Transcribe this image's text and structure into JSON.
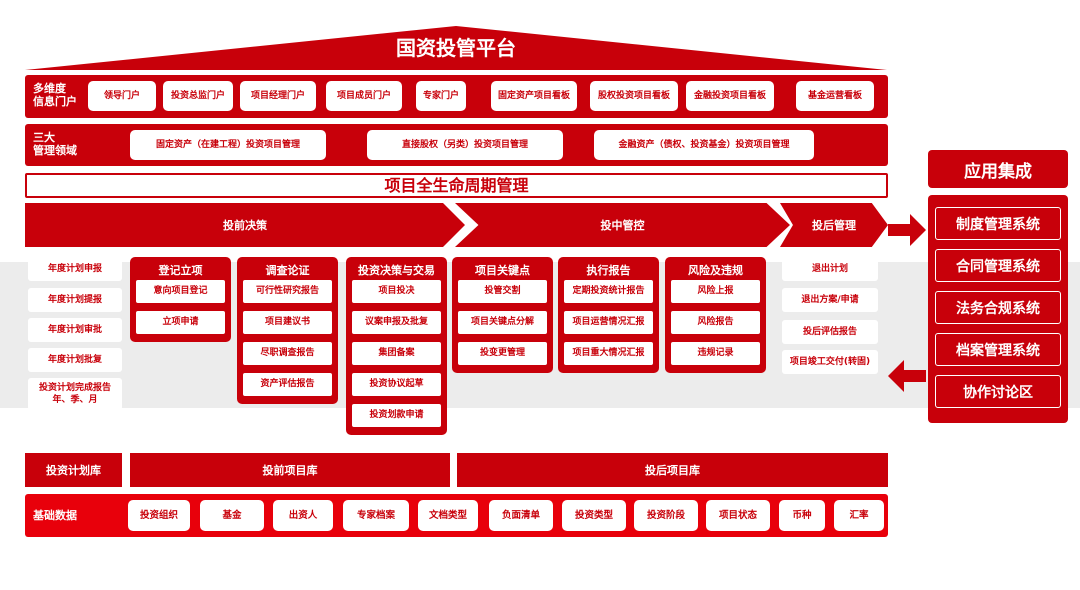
{
  "title": "国资投管平台",
  "portal": {
    "label": "多维度\n信息门户",
    "items": [
      "领导门户",
      "投资总监门户",
      "项目经理门户",
      "项目成员门户",
      "专家门户",
      "固定资产项目看板",
      "股权投资项目看板",
      "金融投资项目看板",
      "基金运营看板"
    ]
  },
  "domains": {
    "label": "三大\n管理领域",
    "items": [
      "固定资产（在建工程）投资项目管理",
      "直接股权（另类）投资项目管理",
      "金融资产（债权、投资基金）投资项目管理"
    ]
  },
  "lifecycle": "项目全生命周期管理",
  "phases": [
    "投前决策",
    "投中管控",
    "投后管理"
  ],
  "plan_items": [
    "年度计划申报",
    "年度计划提报",
    "年度计划审批",
    "年度计划批复",
    "投资计划完成报告\n年、季、月"
  ],
  "columns": [
    {
      "title": "登记立项",
      "items": [
        "意向项目登记",
        "立项申请"
      ]
    },
    {
      "title": "调查论证",
      "items": [
        "可行性研究报告",
        "项目建议书",
        "尽职调查报告",
        "资产评估报告"
      ]
    },
    {
      "title": "投资决策与交易",
      "items": [
        "项目投决",
        "议案申报及批复",
        "集团备案",
        "投资协议起草",
        "投资划款申请"
      ]
    },
    {
      "title": "项目关键点",
      "items": [
        "投管交割",
        "项目关键点分解",
        "投变更管理"
      ]
    },
    {
      "title": "执行报告",
      "items": [
        "定期投资统计报告",
        "项目运营情况汇报",
        "项目重大情况汇报"
      ]
    },
    {
      "title": "风险及违规",
      "items": [
        "风险上报",
        "风险报告",
        "违规记录"
      ]
    }
  ],
  "post_items": [
    "退出计划",
    "退出方案/申请",
    "投后评估报告",
    "项目竣工交付(转固)"
  ],
  "libraries": [
    "投资计划库",
    "投前项目库",
    "投后项目库"
  ],
  "base": {
    "label": "基础数据",
    "items": [
      "投资组织",
      "基金",
      "出资人",
      "专家档案",
      "文档类型",
      "负面清单",
      "投资类型",
      "投资阶段",
      "项目状态",
      "币种",
      "汇率"
    ]
  },
  "apps": {
    "title": "应用集成",
    "items": [
      "制度管理系统",
      "合同管理系统",
      "法务合规系统",
      "档案管理系统",
      "协作讨论区"
    ]
  }
}
